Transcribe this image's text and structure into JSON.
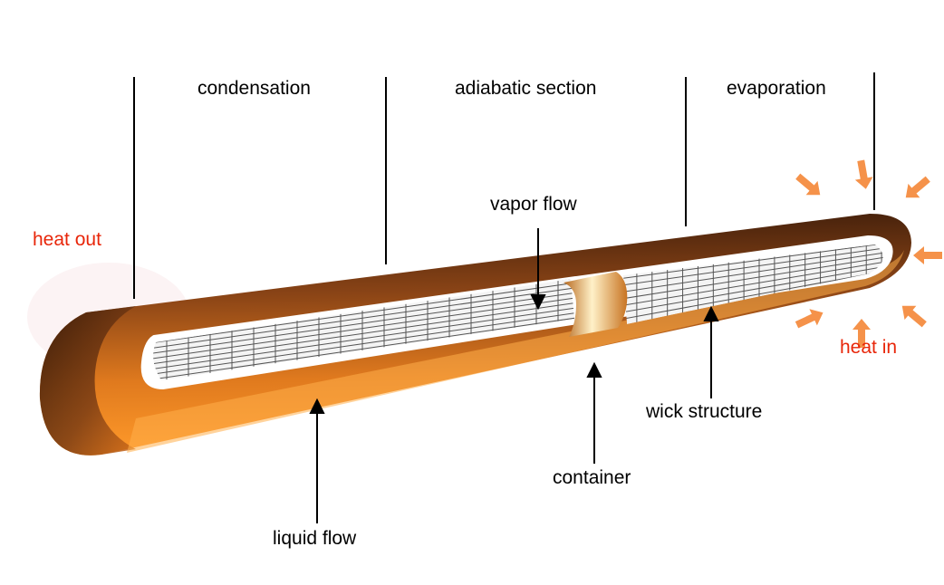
{
  "sections": {
    "condensation": "condensation",
    "adiabatic": "adiabatic section",
    "evaporation": "evaporation"
  },
  "labels": {
    "heat_out": "heat out",
    "heat_in": "heat in",
    "vapor_flow": "vapor flow",
    "wick_structure": "wick structure",
    "container": "container",
    "liquid_flow": "liquid flow"
  },
  "colors": {
    "heat_text": "#e8260a",
    "heat_arrow": "#f5924a",
    "container_dark": "#5a2d12",
    "container_mid": "#b8651f",
    "container_light": "#f58a1f",
    "wick_line": "#555555"
  },
  "icons": {
    "heat_in_arrows": "arrow-icon",
    "pointer_arrows": "arrow-up-icon"
  }
}
